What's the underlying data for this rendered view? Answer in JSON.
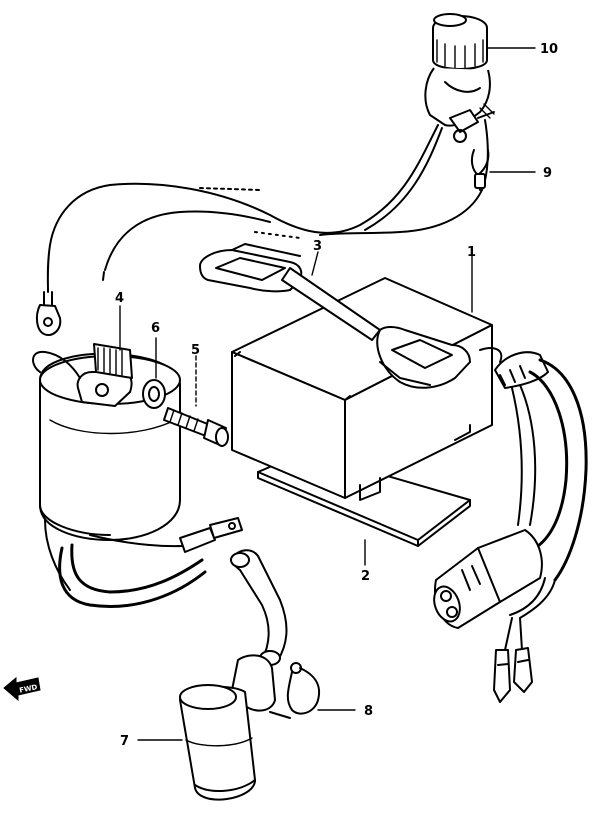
{
  "diagram": {
    "callouts": [
      {
        "id": "c1",
        "label": "1"
      },
      {
        "id": "c2",
        "label": "2"
      },
      {
        "id": "c3",
        "label": "3"
      },
      {
        "id": "c4",
        "label": "4"
      },
      {
        "id": "c5",
        "label": "5"
      },
      {
        "id": "c6",
        "label": "6"
      },
      {
        "id": "c7",
        "label": "7"
      },
      {
        "id": "c8",
        "label": "8"
      },
      {
        "id": "c9",
        "label": "9"
      },
      {
        "id": "c10",
        "label": "10"
      }
    ],
    "direction_arrow": {
      "label": "FWD"
    }
  },
  "colors": {
    "ink": "#000000",
    "paper": "#ffffff"
  }
}
